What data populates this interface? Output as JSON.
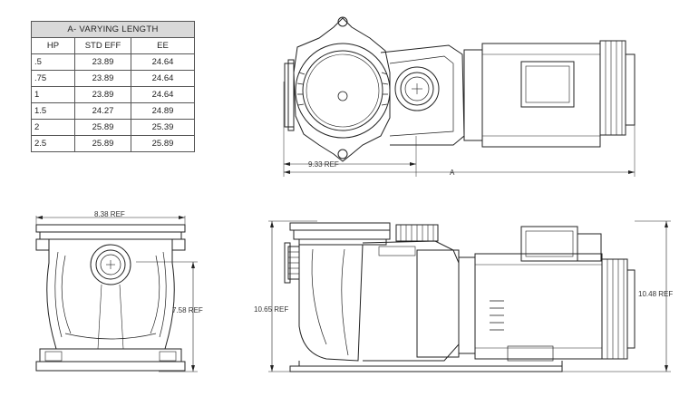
{
  "table": {
    "title": "A- VARYING LENGTH",
    "headers": [
      "HP",
      "STD EFF",
      "EE"
    ],
    "rows": [
      [
        ".5",
        "23.89",
        "24.64"
      ],
      [
        ".75",
        "23.89",
        "24.64"
      ],
      [
        "1",
        "23.89",
        "24.64"
      ],
      [
        "1.5",
        "24.27",
        "24.89"
      ],
      [
        "2",
        "25.89",
        "25.39"
      ],
      [
        "2.5",
        "25.89",
        "25.89"
      ]
    ]
  },
  "dimensions": {
    "top_width": "9.33 REF",
    "top_total": "A",
    "front_width": "8.38 REF",
    "front_height": "7.58 REF",
    "side_left_height": "10.65 REF",
    "side_right_height": "10.48 REF"
  }
}
